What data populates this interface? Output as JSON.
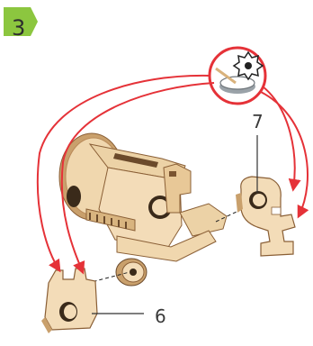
{
  "step": {
    "number": "3",
    "badge_color": "#8cc63f"
  },
  "callouts": {
    "part_7": "7",
    "part_6": "6"
  },
  "icons": {
    "glue": "glue-dish-icon",
    "badge": "step-badge-icon"
  },
  "colors": {
    "arrow": "#e53238",
    "wood_light": "#f3dcb8",
    "wood_mid": "#e2c291",
    "wood_dark": "#b9875a",
    "leader": "#333333"
  }
}
